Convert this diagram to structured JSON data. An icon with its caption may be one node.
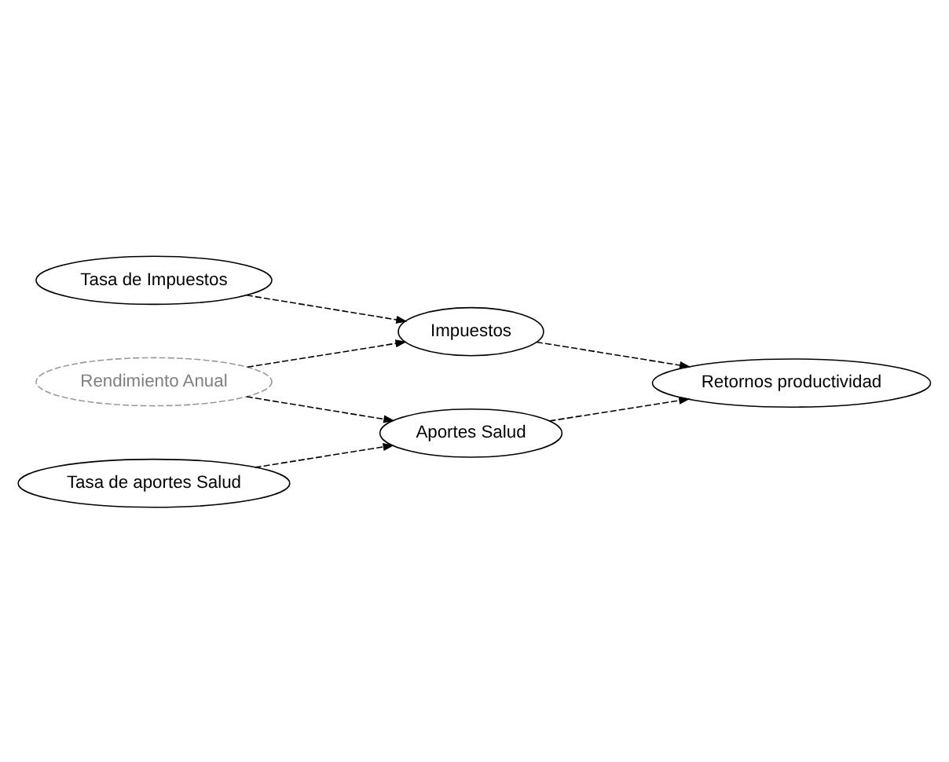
{
  "diagram": {
    "nodes": [
      {
        "text": [
          "Tasa de Impuestos"
        ]
      },
      {
        "text": [
          "Impuestos"
        ]
      },
      {
        "text": [
          "Rendimiento Anual"
        ]
      },
      {
        "text": [
          "Retornos productividad"
        ]
      },
      {
        "text": [
          "Tasa de aportes Salud"
        ]
      },
      {
        "text": [
          "Aportes Salud"
        ]
      }
    ],
    "edges": [
      {
        "from": 0,
        "to": 1,
        "arrow": "to",
        "style": "dashed"
      },
      {
        "from": 1,
        "to": 3,
        "arrow": "to",
        "style": "dashed"
      },
      {
        "from": 2,
        "to": 1,
        "arrow": "to",
        "style": "dashed"
      },
      {
        "from": 2,
        "to": 5,
        "arrow": "to",
        "style": "dashed"
      },
      {
        "from": 4,
        "to": 5,
        "arrow": "to",
        "style": "dashed"
      },
      {
        "from": 5,
        "to": 3,
        "arrow": "to",
        "style": "dashed"
      }
    ]
  }
}
